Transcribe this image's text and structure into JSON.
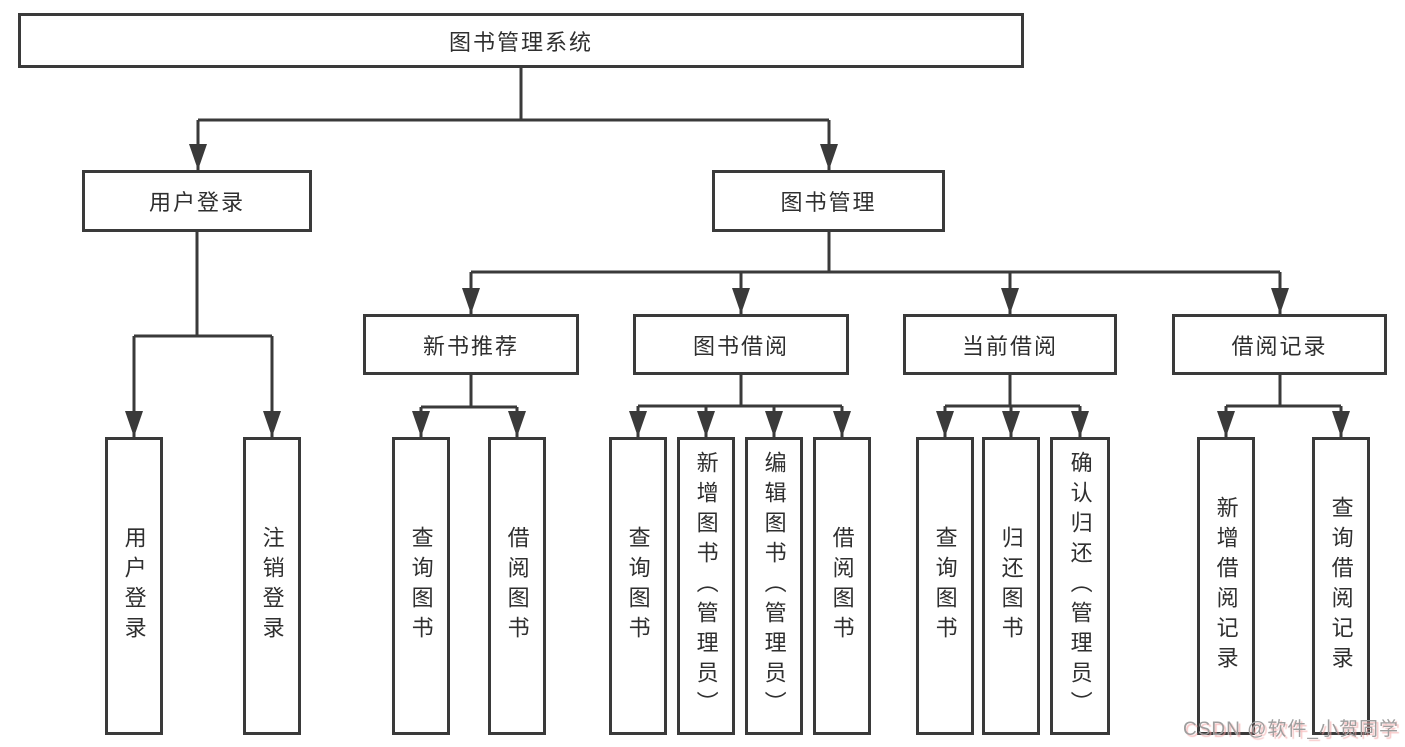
{
  "diagram": {
    "tree": {
      "label": "图书管理系统",
      "children": [
        {
          "label": "用户登录",
          "children": [
            {
              "label": "用户登录"
            },
            {
              "label": "注销登录"
            }
          ]
        },
        {
          "label": "图书管理",
          "children": [
            {
              "label": "新书推荐",
              "children": [
                {
                  "label": "查询图书"
                },
                {
                  "label": "借阅图书"
                }
              ]
            },
            {
              "label": "图书借阅",
              "children": [
                {
                  "label": "查询图书"
                },
                {
                  "label": "新增图书（管理员）"
                },
                {
                  "label": "编辑图书（管理员）"
                },
                {
                  "label": "借阅图书"
                }
              ]
            },
            {
              "label": "当前借阅",
              "children": [
                {
                  "label": "查询图书"
                },
                {
                  "label": "归还图书"
                },
                {
                  "label": "确认归还（管理员）"
                }
              ]
            },
            {
              "label": "借阅记录",
              "children": [
                {
                  "label": "新增借阅记录"
                },
                {
                  "label": "查询借阅记录"
                }
              ]
            }
          ]
        }
      ]
    },
    "colors": {
      "line": "#3a3a3a",
      "box_border": "#3a3a3a",
      "text": "#2f2f2f",
      "box_background": "#ffffff",
      "page_background": "#ffffff",
      "watermark_text": "#9e9e9e",
      "watermark_glow": "#f2a4a4"
    }
  },
  "watermark": {
    "text": "CSDN @软件_小贺同学"
  }
}
